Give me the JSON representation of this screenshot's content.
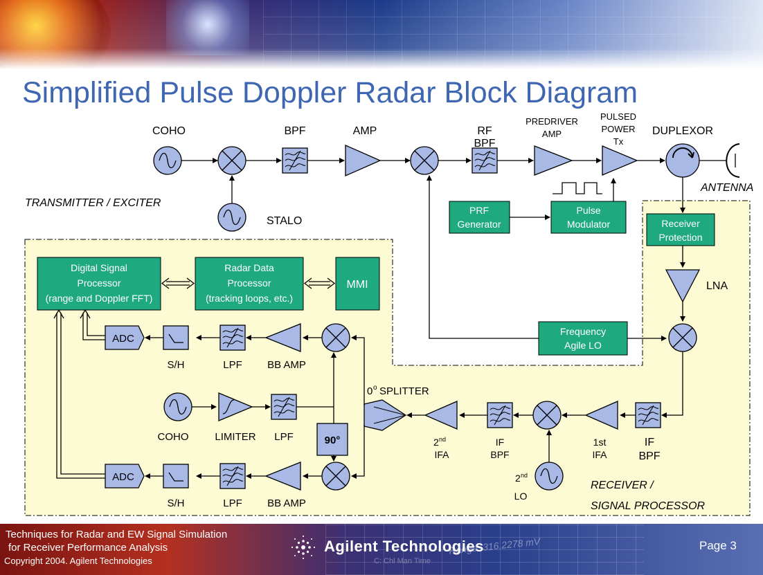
{
  "title": "Simplified Pulse Doppler Radar Block Diagram",
  "labels": {
    "coho_top": "COHO",
    "bpf": "BPF",
    "amp": "AMP",
    "rf_bpf_1": "RF",
    "rf_bpf_2": "BPF",
    "predriver_1": "PREDRIVER",
    "predriver_2": "AMP",
    "pulsed_1": "PULSED",
    "pulsed_2": "POWER",
    "pulsed_3": "Tx",
    "duplexor": "DUPLEXOR",
    "antenna": "ANTENNA",
    "transmitter": "TRANSMITTER / EXCITER",
    "stalo": "STALO",
    "lna": "LNA",
    "adc_top": "ADC",
    "adc_bot": "ADC",
    "sh_top": "S/H",
    "sh_bot": "S/H",
    "lpf_top": "LPF",
    "lpf_mid": "LPF",
    "lpf_bot": "LPF",
    "bbamp_top": "BB AMP",
    "bbamp_bot": "BB AMP",
    "coho_bottom": "COHO",
    "limiter": "LIMITER",
    "ninety": "90°",
    "splitter_0": "0",
    "splitter_o": "o",
    "splitter_name": "SPLITTER",
    "second": "2",
    "nd": "nd",
    "ifa": "IFA",
    "if_bpf_1": "IF",
    "if_bpf_2": "BPF",
    "first_ifa_1": "1st",
    "first_ifa_2": "IFA",
    "if_bpf_big_1": "IF",
    "if_bpf_big_2": "BPF",
    "lo2_sup": "nd",
    "lo2_2": "2",
    "lo2_lo": "LO",
    "receiver_1": "RECEIVER /",
    "receiver_2": "SIGNAL PROCESSOR"
  },
  "boxes": {
    "prf_1": "PRF",
    "prf_2": "Generator",
    "pulse_1": "Pulse",
    "pulse_2": "Modulator",
    "recprot_1": "Receiver",
    "recprot_2": "Protection",
    "dsp_1": "Digital Signal",
    "dsp_2": "Processor",
    "dsp_3": "(range and Doppler FFT)",
    "rdp_1": "Radar Data",
    "rdp_2": "Processor",
    "rdp_3": "(tracking loops, etc.)",
    "mmi": "MMI",
    "falo_1": "Frequency",
    "falo_2": "Agile LO"
  },
  "footer": {
    "line1": "Techniques for Radar and EW Signal Simulation",
    "line2": "for Receiver Performance Analysis",
    "line3": "Copyright  2004. Agilent Technologies",
    "logo": "Agilent Technologies",
    "range": "Range: 316.2278 mV",
    "chtime": "C: Chl Man Time",
    "page": "Page 3"
  },
  "colors": {
    "title": "#3f67b1",
    "block_fill": "#a9b9e6",
    "green_box": "#1fa97e",
    "receiver_region": "#fdfbd3"
  }
}
